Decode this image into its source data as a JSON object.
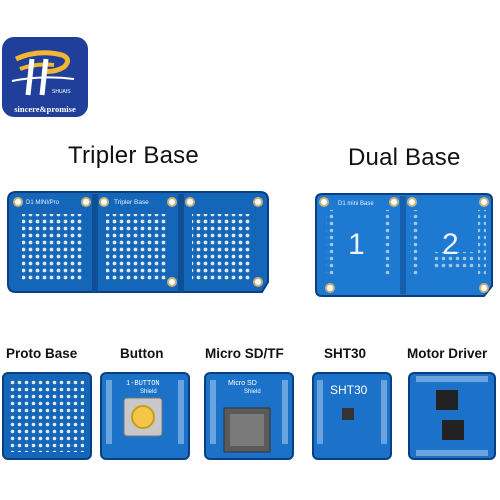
{
  "logo": {
    "tagline": "sincere&promise",
    "small_text": "SHUAIS"
  },
  "headings": {
    "tripler": "Tripler Base",
    "dual": "Dual Base",
    "proto": "Proto Base",
    "button": "Button",
    "microsd": "Micro SD/TF",
    "sht30": "SHT30",
    "motor": "Motor Driver"
  },
  "boards": {
    "tripler": {
      "label_left": "D1 MINI/Pro",
      "label_mid": "Tripler Base"
    },
    "dual": {
      "label": "D1 mini  Base",
      "num1": "1",
      "num2": "2"
    },
    "button": {
      "title": "1-BUTTON",
      "sub": "Shield"
    },
    "microsd": {
      "title": "Micro SD",
      "sub": "Shield"
    },
    "sht30": {
      "title": "SHT30"
    }
  },
  "colors": {
    "pcb_blue": "#1565c0",
    "pcb_dark": "#0d47a1",
    "logo_blue": "#1f3f9a",
    "logo_gold": "#f2b630"
  }
}
